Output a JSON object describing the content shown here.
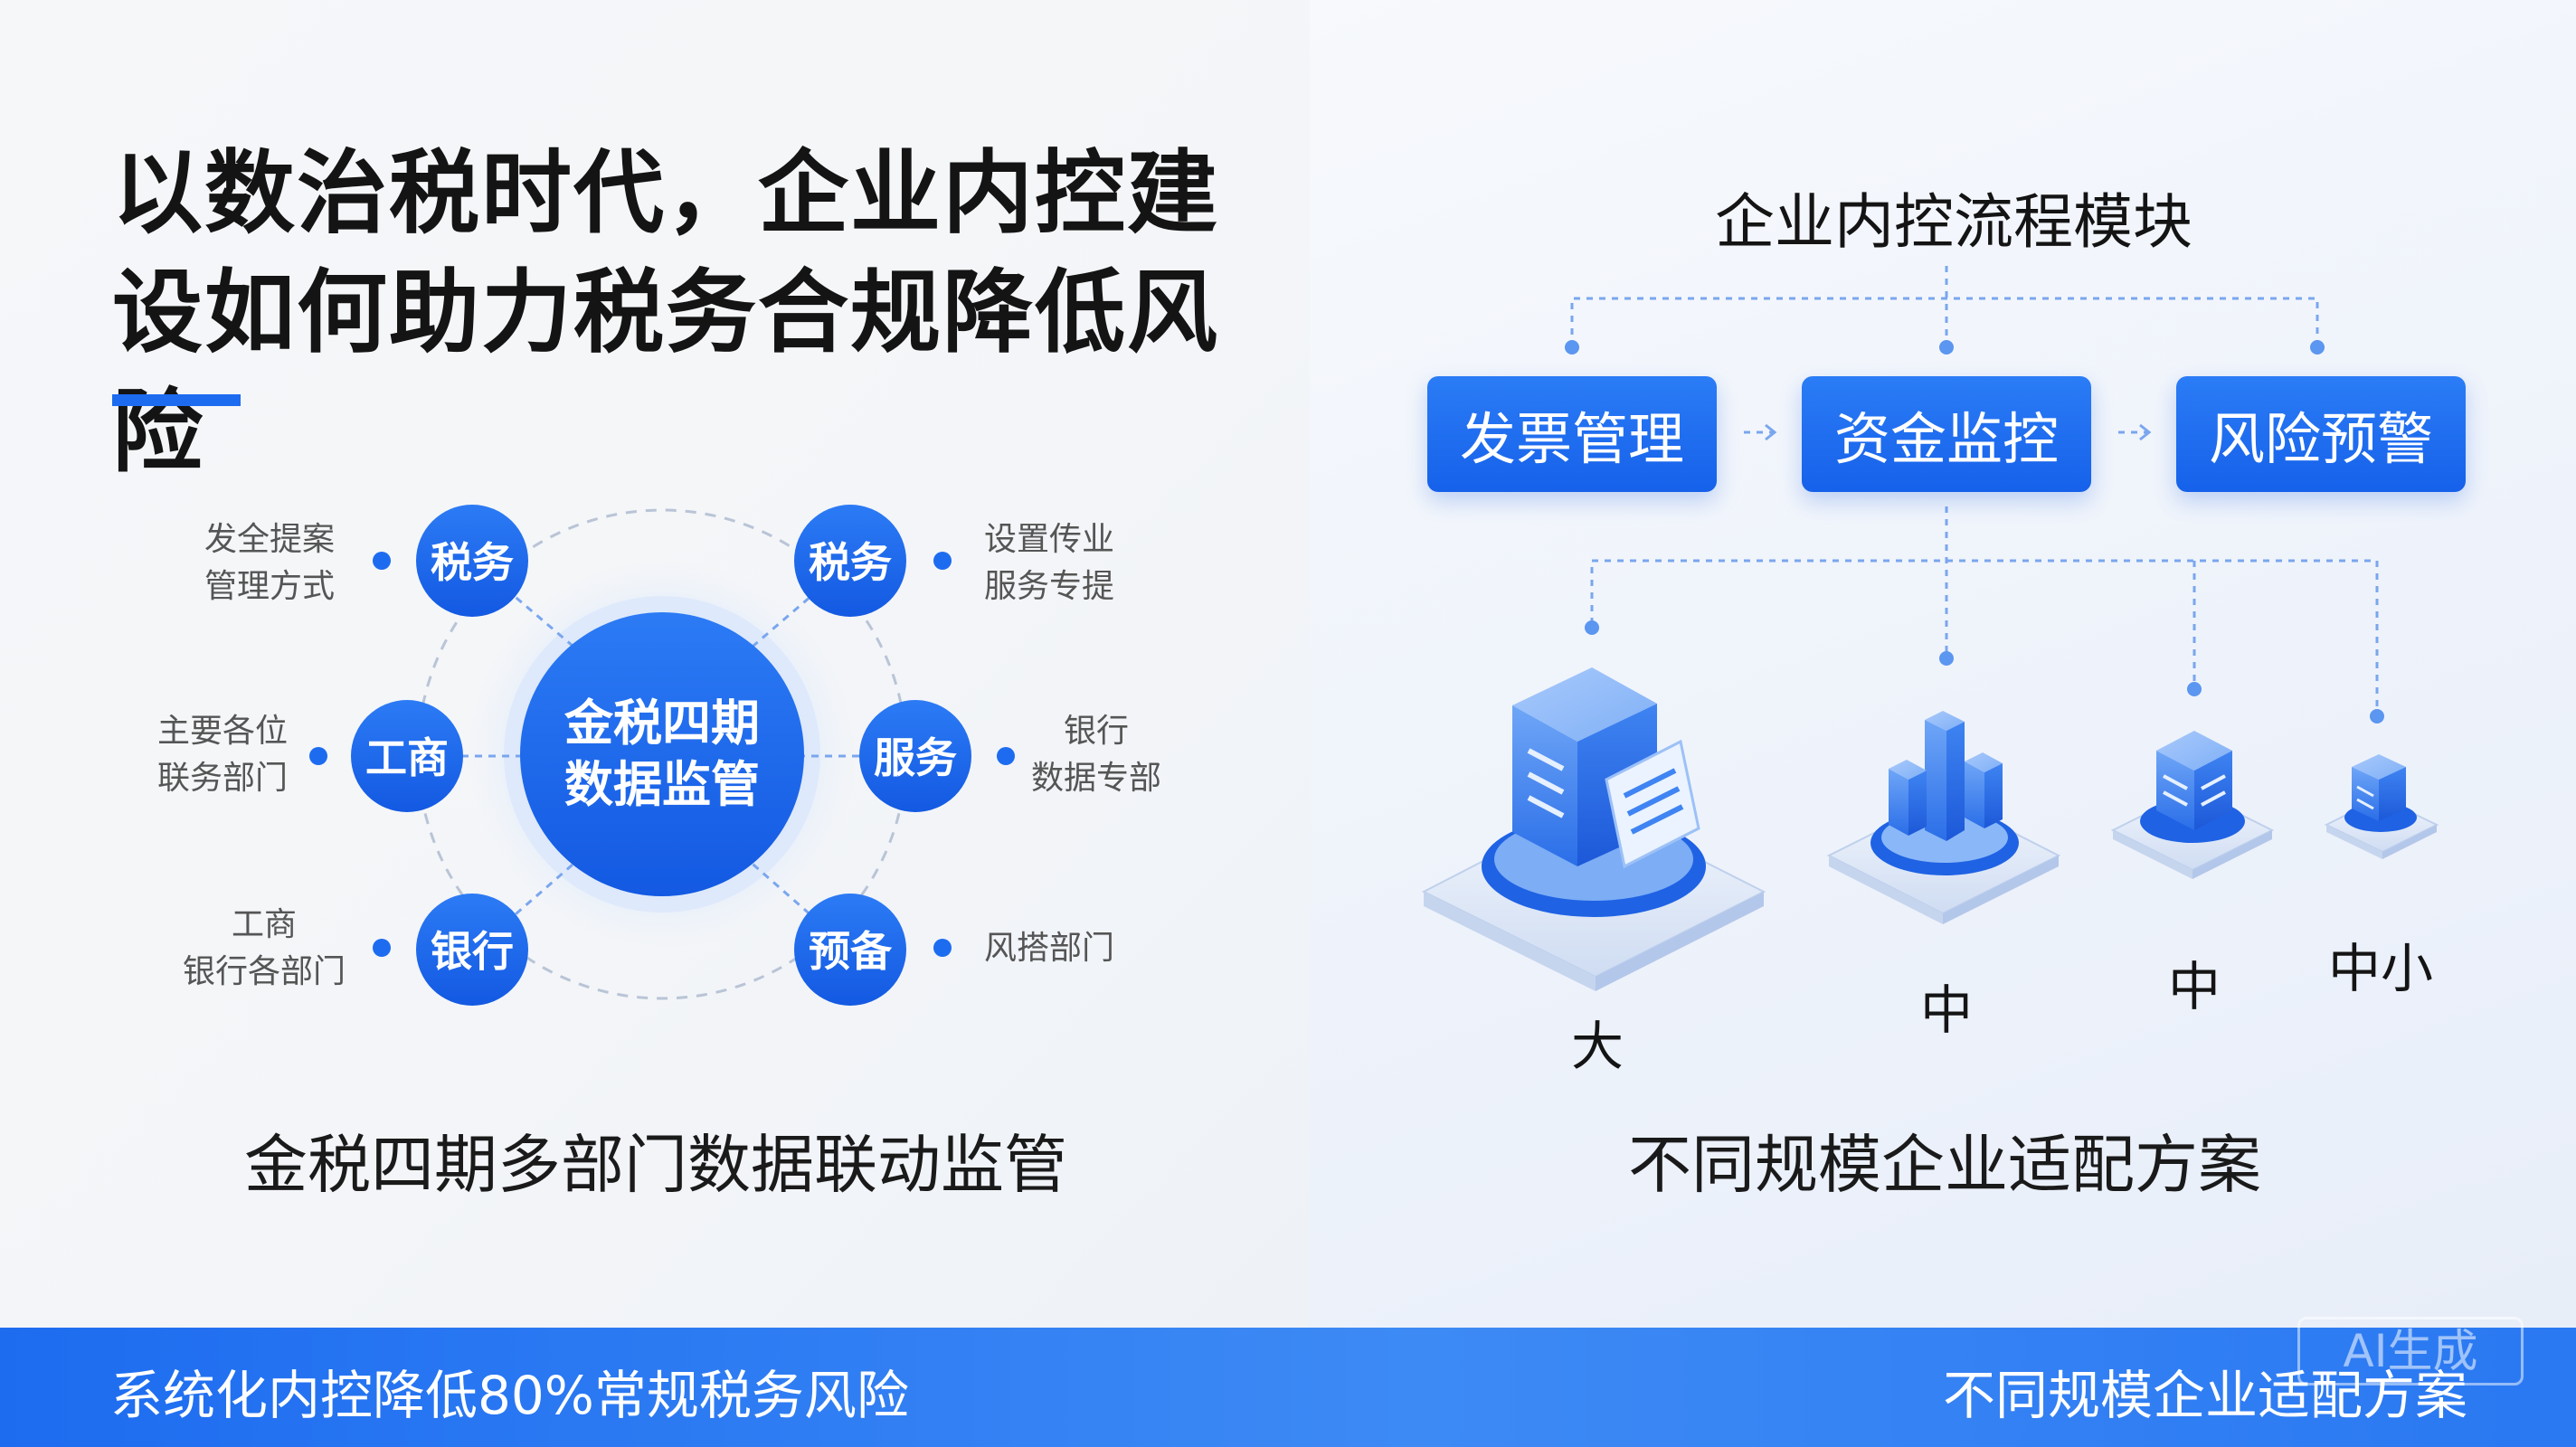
{
  "title": "以数治税时代，企业内控建设如何助力税务合规降低风险",
  "left_diagram": {
    "center_line1": "金税四期",
    "center_line2": "数据监管",
    "nodes": [
      {
        "label": "税务",
        "side_line1": "发全提案",
        "side_line2": "管理方式"
      },
      {
        "label": "税务",
        "side_line1": "设置传业",
        "side_line2": "服务专提"
      },
      {
        "label": "工商",
        "side_line1": "主要各位",
        "side_line2": "联务部门"
      },
      {
        "label": "服务",
        "side_line1": "银行",
        "side_line2": "数据专部"
      },
      {
        "label": "银行",
        "side_line1": "工商",
        "side_line2": "银行各部门"
      },
      {
        "label": "预备",
        "side_line1": "风搭部门",
        "side_line2": ""
      }
    ],
    "caption": "金税四期多部门数据联动监管"
  },
  "right_diagram": {
    "title": "企业内控流程模块",
    "modules": [
      "发票管理",
      "资金监控",
      "风险预警"
    ],
    "sizes": [
      "大",
      "中",
      "中",
      "中小"
    ],
    "caption": "不同规模企业适配方案"
  },
  "footer": {
    "left": "系统化内控降低80%常规税务风险",
    "right": "不同规模企业适配方案",
    "badge": "AI生成"
  },
  "colors": {
    "accent": "#1d6cf0",
    "node_blue": "#1a66ec",
    "text": "#141414"
  }
}
